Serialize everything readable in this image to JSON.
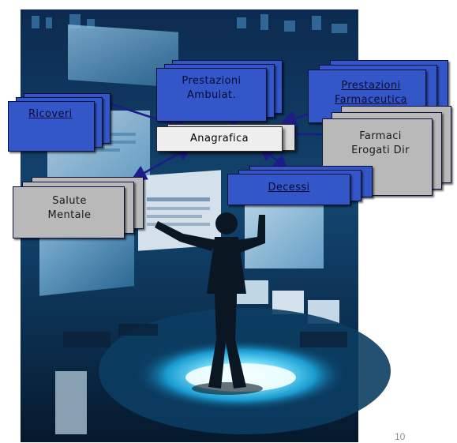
{
  "nodes": {
    "ricoveri": "Ricoveri",
    "prestazioni_ambulat": [
      "Prestazioni",
      "Ambulat."
    ],
    "prestazioni_farmaceutica": [
      "Prestazioni",
      "Farmaceutica"
    ],
    "farmaci_erogati": [
      "Farmaci",
      "Erogati Dir"
    ],
    "anagrafica": "Anagrafica",
    "decessi": "Decessi",
    "salute_mentale": [
      "Salute",
      "Mentale"
    ]
  },
  "page_number": "10",
  "colors": {
    "blue_box": "#3357c9",
    "gray_box": "#b9b9b9",
    "arrow": "#1c1c8a"
  }
}
